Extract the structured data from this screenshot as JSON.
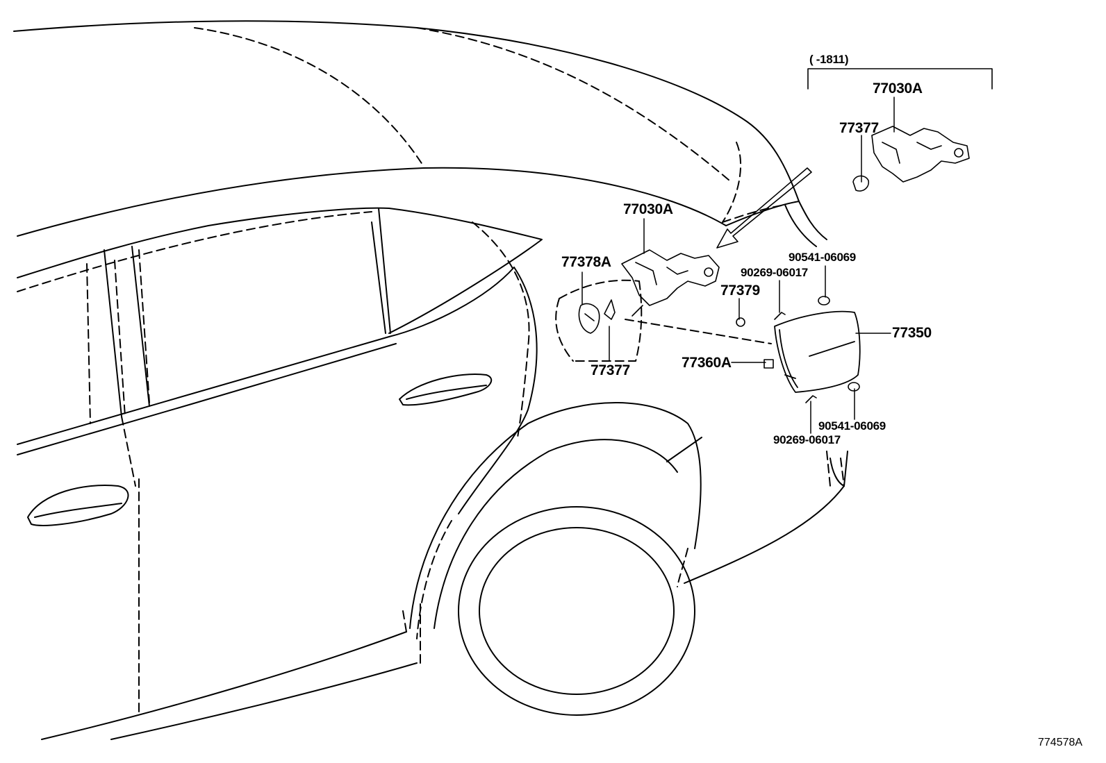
{
  "diagram": {
    "reference_code": "774578A",
    "variant_note": "(      -1811)",
    "parts": {
      "p77030A_top": "77030A",
      "p77377_top": "77377",
      "p77030A_main": "77030A",
      "p77378A": "77378A",
      "p77377_main": "77377",
      "p77379": "77379",
      "p90269_top": "90269-06017",
      "p90541_top": "90541-06069",
      "p77350": "77350",
      "p77360A": "77360A",
      "p90541_bottom": "90541-06069",
      "p90269_bottom": "90269-06017"
    },
    "colors": {
      "line": "#000000",
      "background": "#ffffff"
    }
  }
}
